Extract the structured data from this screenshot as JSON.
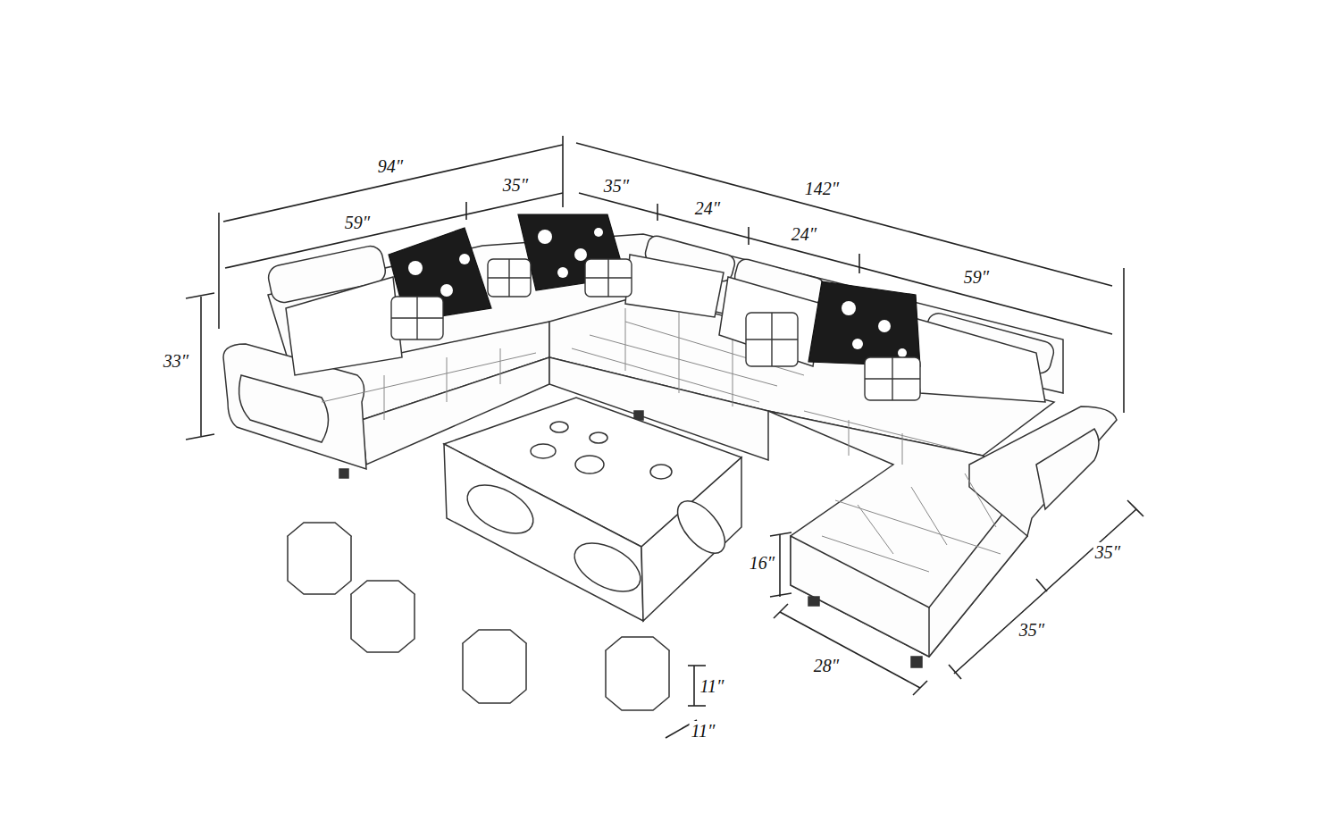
{
  "diagram": {
    "labels": [
      "94″",
      "35″",
      "59″",
      "35″",
      "24″",
      "24″",
      "142″",
      "59″",
      "33″",
      "16″",
      "35″",
      "35″",
      "28″",
      "11″",
      "11″"
    ]
  }
}
